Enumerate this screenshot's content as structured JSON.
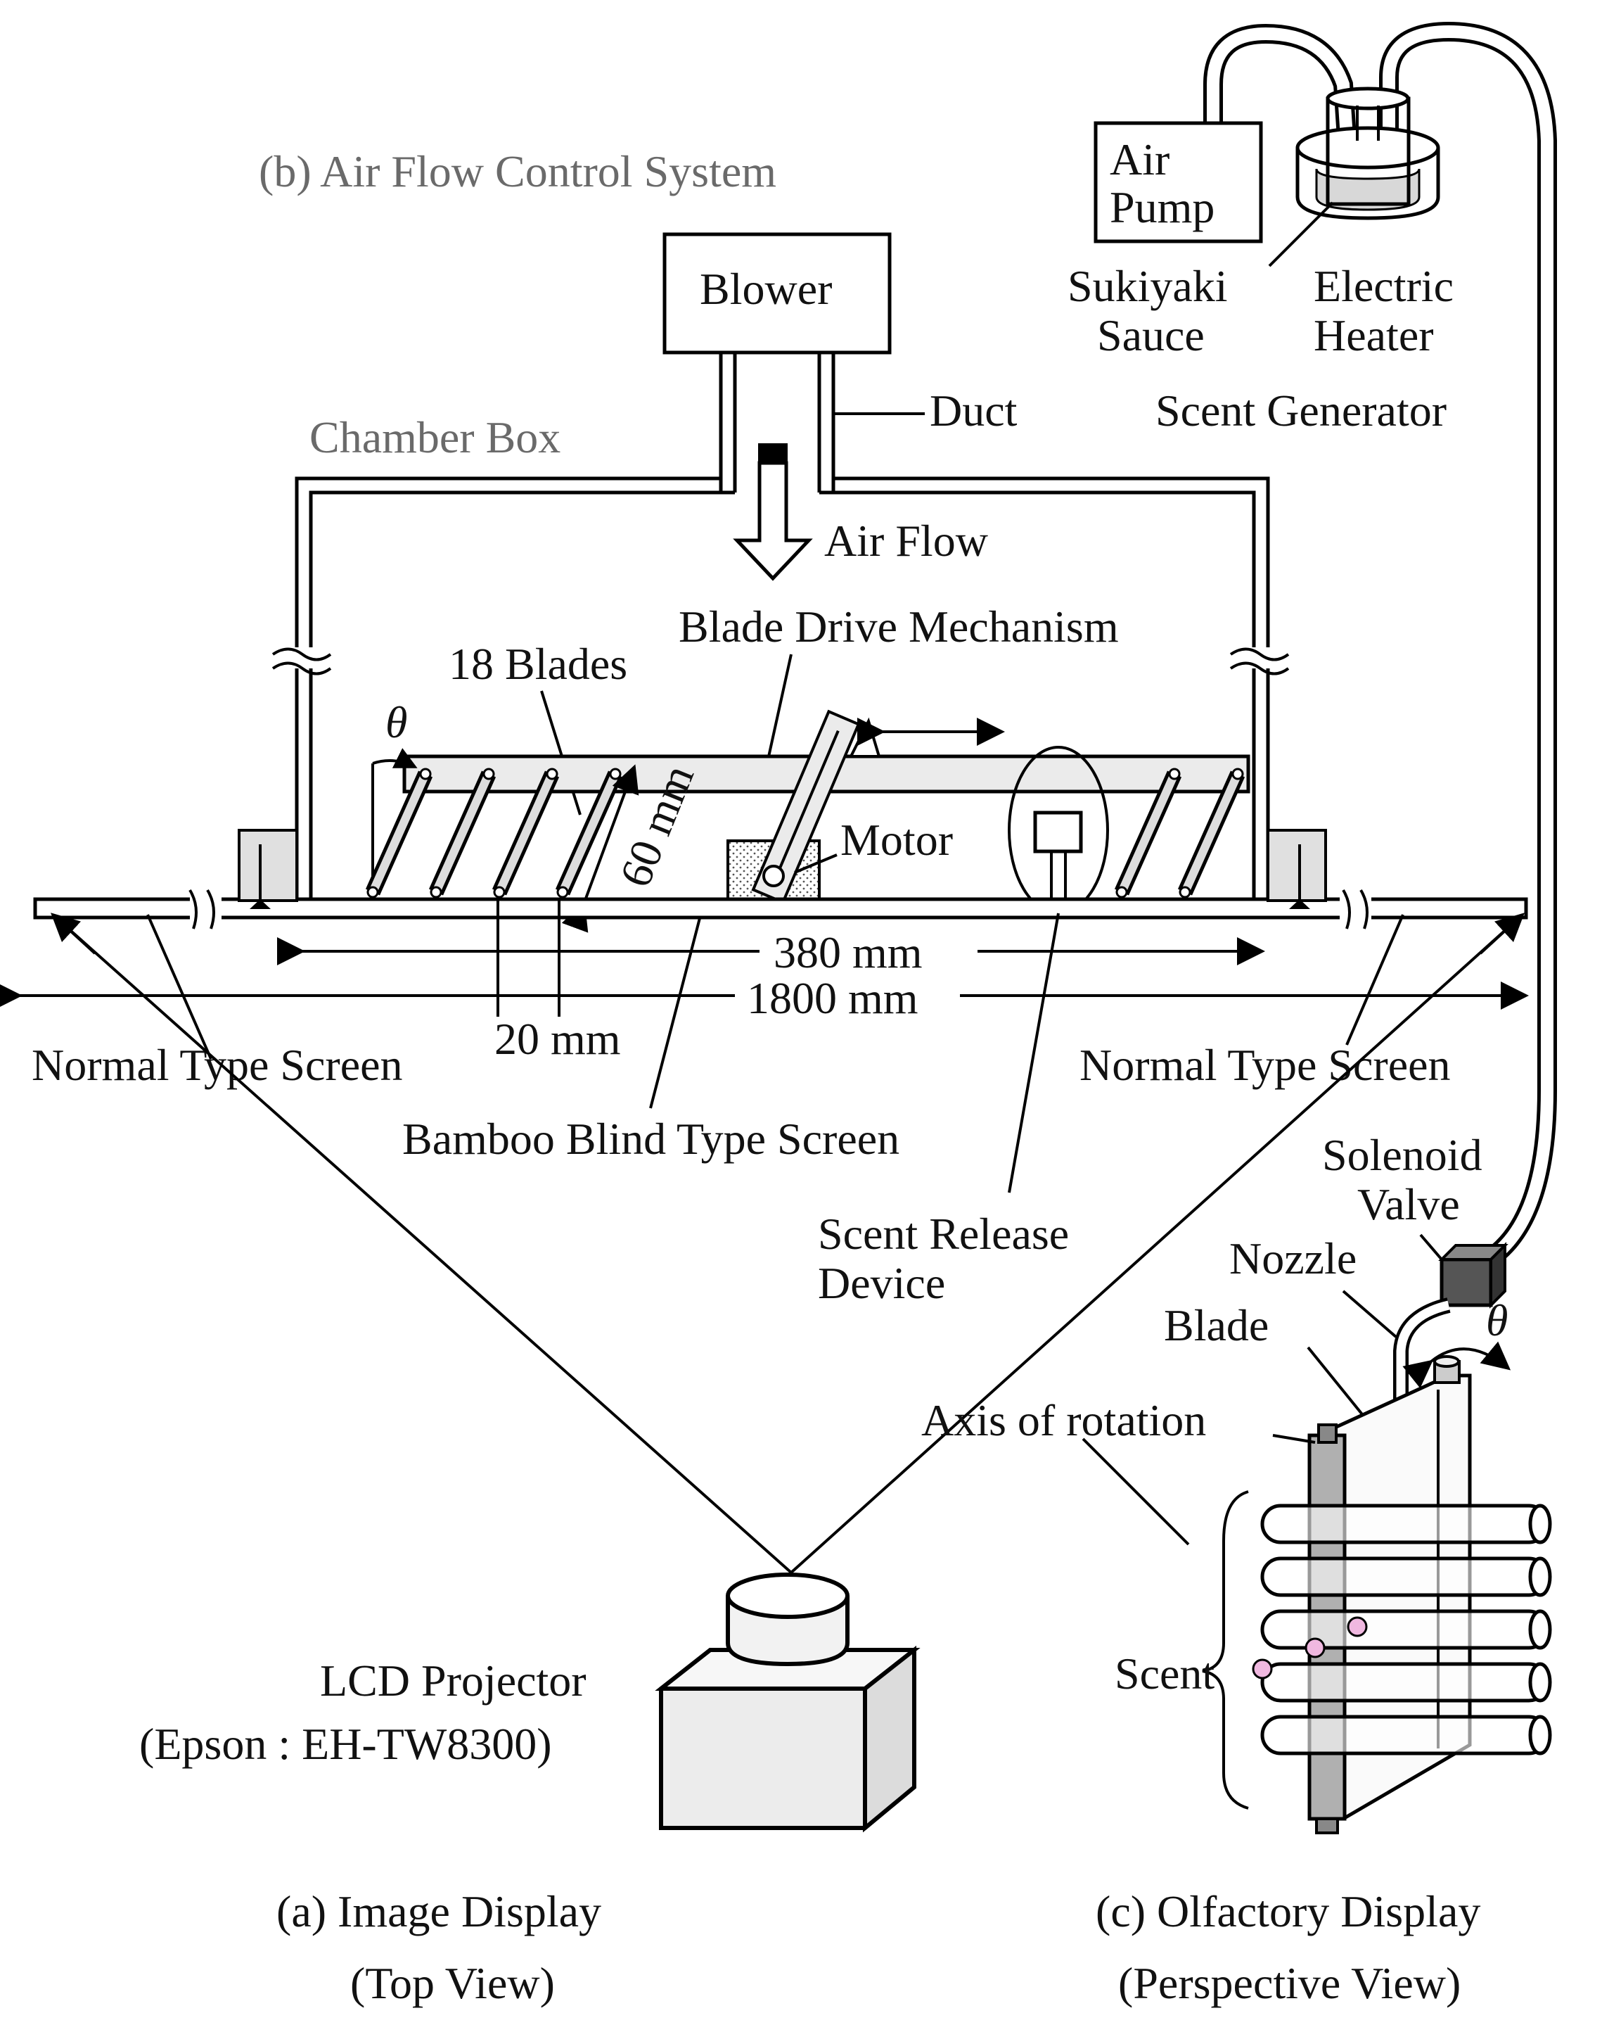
{
  "labels": {
    "air_flow_control_system": "(b) Air Flow Control System",
    "blower": "Blower",
    "duct": "Duct",
    "chamber_box": "Chamber Box",
    "air_flow": "Air Flow",
    "blade_drive_mechanism": "Blade Drive Mechanism",
    "eighteen_blades": "18 Blades",
    "theta_left": "θ",
    "sixty_mm": "60 mm",
    "motor": "Motor",
    "three_eighty_mm": "380 mm",
    "eighteen_hundred_mm": "1800 mm",
    "twenty_mm": "20 mm",
    "normal_type_screen_left": "Normal Type Screen",
    "normal_type_screen_right": "Normal Type Screen",
    "bamboo_blind_type_screen": "Bamboo Blind Type Screen",
    "scent_release_device_line1": "Scent Release",
    "scent_release_device_line2": "Device",
    "air_pump_line1": "Air",
    "air_pump_line2": "Pump",
    "sukiyaki_sauce_line1": "Sukiyaki",
    "sukiyaki_sauce_line2": "Sauce",
    "electric_heater_line1": "Electric",
    "electric_heater_line2": "Heater",
    "scent_generator": "Scent Generator",
    "solenoid_valve_line1": "Solenoid",
    "solenoid_valve_line2": "Valve",
    "nozzle": "Nozzle",
    "blade": "Blade",
    "theta_right": "θ",
    "axis_of_rotation": "Axis of rotation",
    "scent": "Scent",
    "lcd_projector_line1": "LCD Projector",
    "lcd_projector_line2": "(Epson : EH-TW8300)",
    "caption_a_line1": "(a)  Image Display",
    "caption_a_line2": "(Top View)",
    "caption_c_line1": "(c) Olfactory Display",
    "caption_c_line2": "(Perspective View)"
  },
  "colors": {
    "label_gray": "#6a6a6a",
    "scent_dot": "#f0b8e0",
    "rod_gray": "#b0b0b0",
    "sauce_gray": "#d8d8d8"
  }
}
